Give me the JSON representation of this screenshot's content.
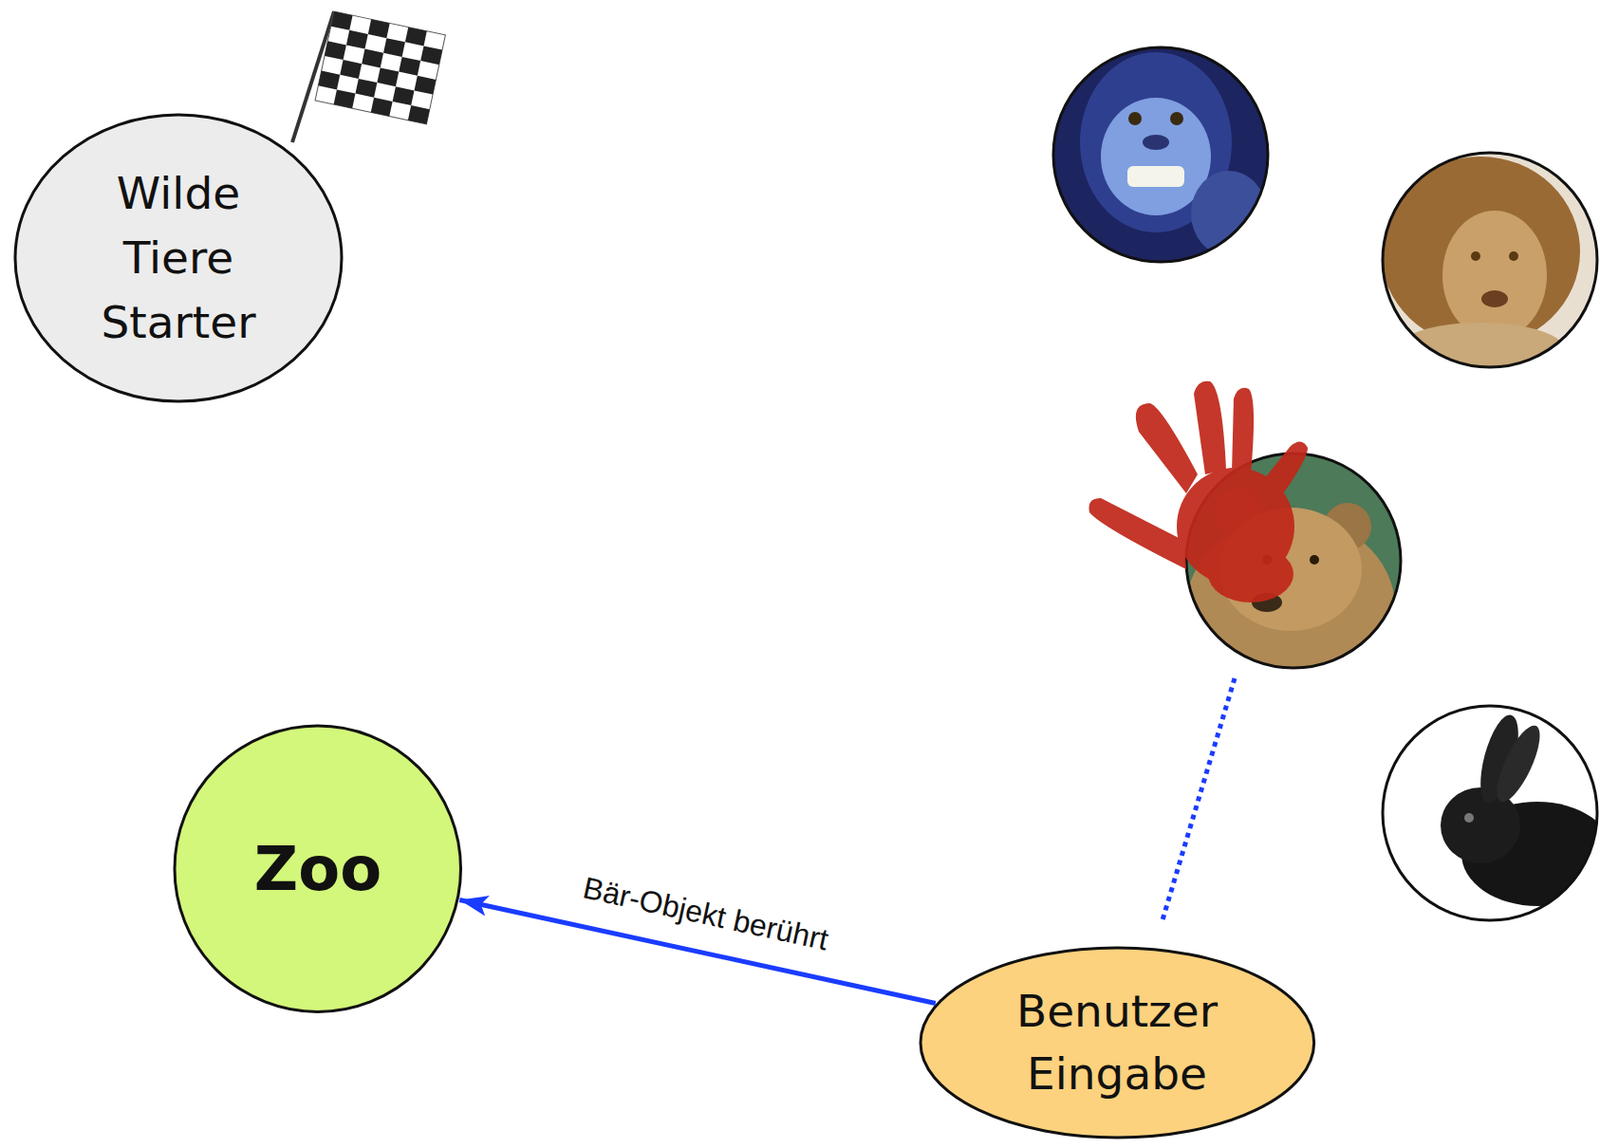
{
  "diagram": {
    "nodes": [
      {
        "text": [
          "Wilde Tiere Starter"
        ]
      },
      {
        "text": [
          "Zoo"
        ]
      },
      {
        "text": [
          "Benutzer Eingabe"
        ]
      }
    ],
    "edges": [
      {
        "from": 2,
        "to": 1,
        "arrow": "to",
        "label": "Bär-Objekt berührt"
      }
    ]
  }
}
